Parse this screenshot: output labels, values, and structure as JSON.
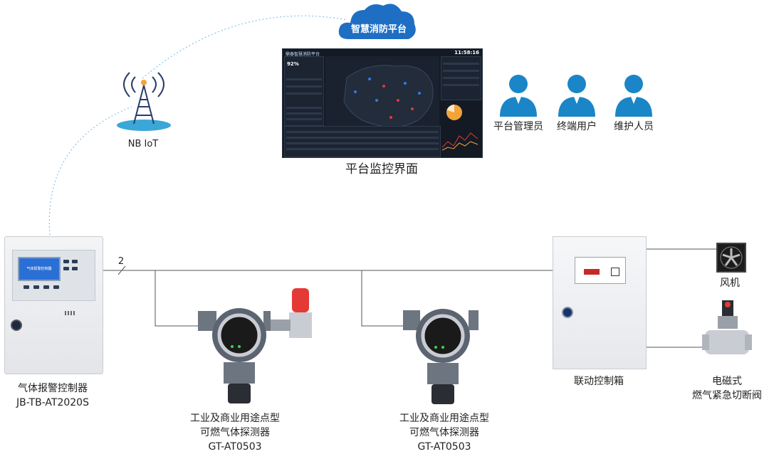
{
  "cloud": {
    "label": "智慧消防平台"
  },
  "antenna": {
    "label": "NB IoT"
  },
  "platform": {
    "caption": "平台监控界面",
    "screen_title": "鼎泰智慧消防平台",
    "screen_time": "11:58:16",
    "screen_percent": "92%"
  },
  "users": [
    {
      "label": "平台管理员"
    },
    {
      "label": "终端用户"
    },
    {
      "label": "维护人员"
    }
  ],
  "controller": {
    "name": "气体报警控制器",
    "model": "JB-TB-AT2020S",
    "lcd_text": "气体报警控制器"
  },
  "bus": {
    "wire_count": "2"
  },
  "detectors": [
    {
      "line1": "工业及商业用途点型",
      "line2": "可燃气体探测器",
      "model": "GT-AT0503"
    },
    {
      "line1": "工业及商业用途点型",
      "line2": "可燃气体探测器",
      "model": "GT-AT0503"
    }
  ],
  "link_box": {
    "label": "联动控制箱"
  },
  "fan": {
    "label": "风机"
  },
  "valve": {
    "line1": "电磁式",
    "line2": "燃气紧急切断阀"
  },
  "colors": {
    "accent_blue": "#1e6fc4",
    "person_blue": "#1a86c8",
    "dashed_line": "#7fc8e8"
  }
}
